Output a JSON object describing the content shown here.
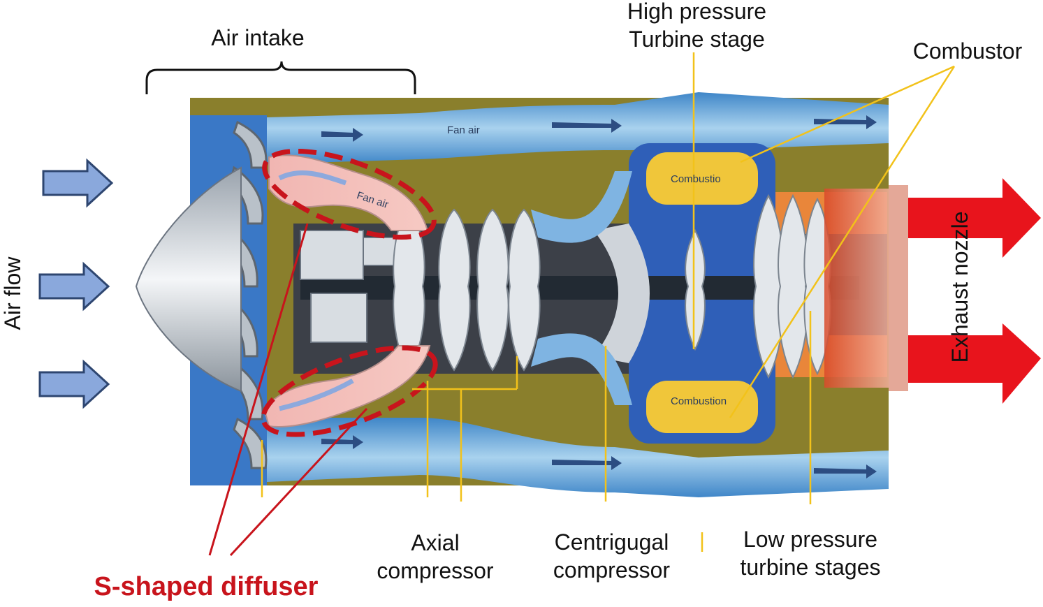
{
  "labels": {
    "air_intake": "Air intake",
    "air_flow": "Air flow",
    "hp_turbine_line1": "High pressure",
    "hp_turbine_line2": "Turbine stage",
    "combustor": "Combustor",
    "exhaust_nozzle": "Exhaust nozzle",
    "axial_line1": "Axial",
    "axial_line2": "compressor",
    "centrifugal_line1": "Centrigugal",
    "centrifugal_line2": "compressor",
    "lp_turbine_line1": "Low pressure",
    "lp_turbine_line2": "turbine stages",
    "s_diffuser": "S-shaped diffuser"
  },
  "inner_labels": {
    "fan_air_top": "Fan air",
    "fan_air_duct": "Fan air",
    "combustion_top": "Combustio",
    "combustion_bottom": "Combustion"
  },
  "colors": {
    "annotation_red": "#c8141c",
    "leader_yellow": "#f2c21a",
    "flow_arrow_blue": "#8aa8dc",
    "exhaust_red": "#e8141c"
  }
}
